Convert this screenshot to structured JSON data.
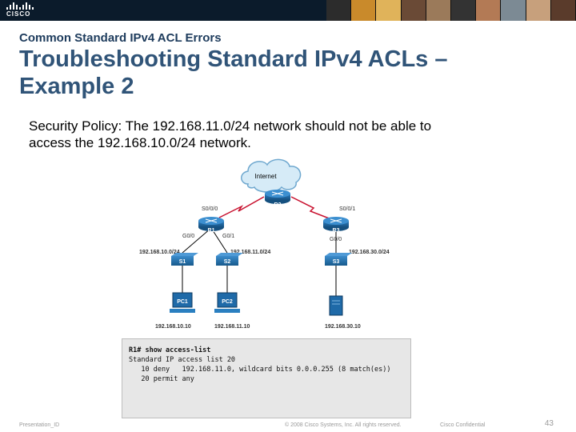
{
  "header": {
    "logo_text": "CISCO",
    "brand_color": "#0b1b2b"
  },
  "slide": {
    "subtitle": "Common Standard IPv4 ACL Errors",
    "title_line1": "Troubleshooting Standard IPv4 ACLs –",
    "title_line2": "Example 2",
    "policy_line1": "Security Policy: The 192.168.11.0/24 network should not be able to",
    "policy_line2": "access the 192.168.10.0/24 network."
  },
  "diagram": {
    "cloud_label": "Internet",
    "routers": {
      "r1": "R1",
      "r2": "R2",
      "r3": "R3"
    },
    "interfaces": {
      "r1_s000": "S0/0/0",
      "r3_s001": "S0/0/1",
      "r1_g00": "G0/0",
      "r1_g01": "G0/1",
      "r3_g00": "G0/0"
    },
    "networks": {
      "net10": "192.168.10.0/24",
      "net11": "192.168.11.0/24",
      "net30": "192.168.30.0/24"
    },
    "switches": {
      "s1": "S1",
      "s2": "S2",
      "s3": "S3"
    },
    "hosts": {
      "pc1": "PC1",
      "pc2": "PC2",
      "pc1_ip": "192.168.10.10",
      "pc2_ip": "192.168.11.10",
      "server_ip": "192.168.30.10"
    }
  },
  "cli": {
    "line1": "R1# show access-list",
    "line2": "Standard IP access list 20",
    "line3": "   10 deny   192.168.11.0, wildcard bits 0.0.0.255 (8 match(es))",
    "line4": "   20 permit any"
  },
  "footer": {
    "presentation_id": "Presentation_ID",
    "copyright": "© 2008 Cisco Systems, Inc. All rights reserved.",
    "confidential": "Cisco Confidential",
    "page_number": "43"
  }
}
